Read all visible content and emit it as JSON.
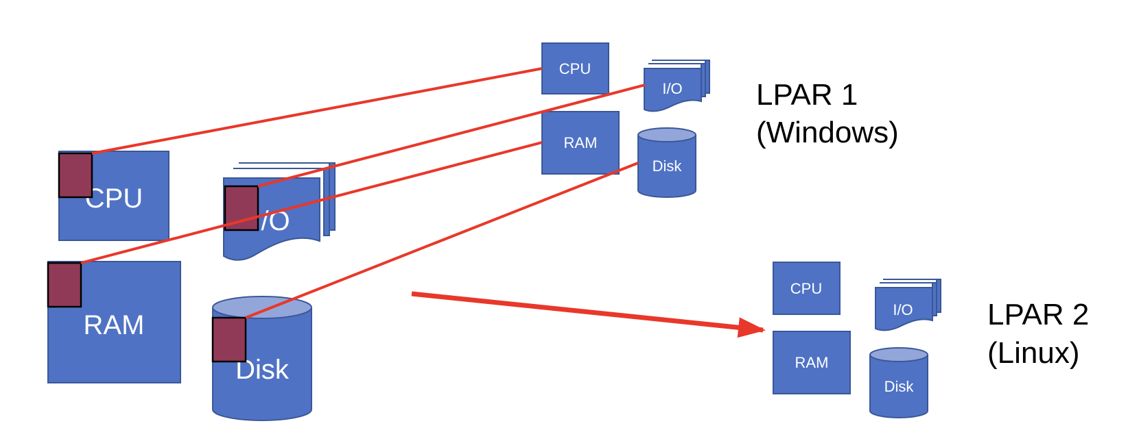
{
  "colors": {
    "resource_fill": "#4f72c4",
    "resource_stroke": "#3a5797",
    "cylinder_top": "#93a6da",
    "slice_fill": "#913a57",
    "line": "#e8382a",
    "text": "#000000"
  },
  "physical": {
    "cpu": "CPU",
    "io": "I/O",
    "ram": "RAM",
    "disk": "Disk"
  },
  "lpar1": {
    "cpu": "CPU",
    "io": "I/O",
    "ram": "RAM",
    "disk": "Disk",
    "title": "LPAR 1",
    "os": "(Windows)"
  },
  "lpar2": {
    "cpu": "CPU",
    "io": "I/O",
    "ram": "RAM",
    "disk": "Disk",
    "title": "LPAR 2",
    "os": "(Linux)"
  }
}
